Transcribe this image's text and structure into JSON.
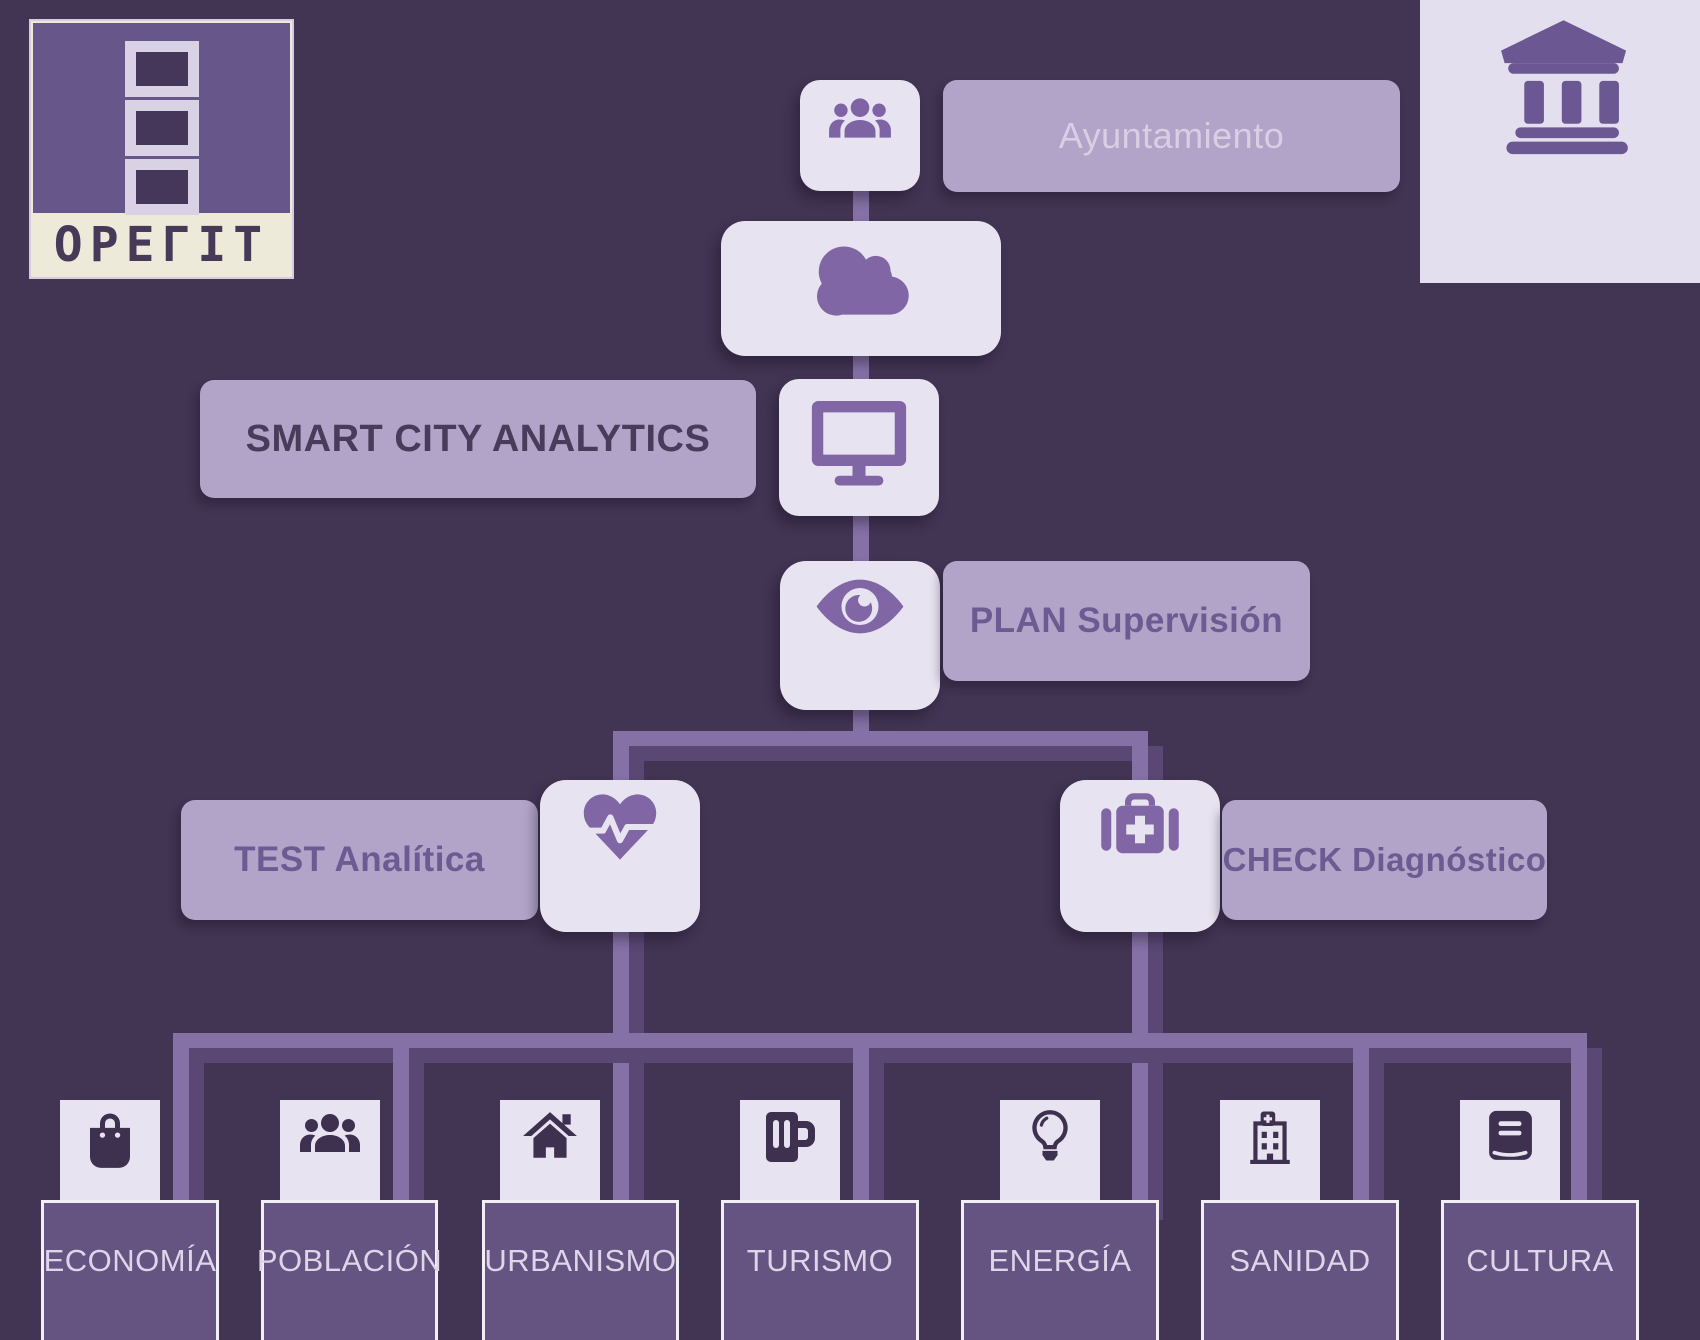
{
  "palette": {
    "background": "#423453",
    "connector": "#8671a6",
    "connector_shadow": "#5a4774",
    "node_tile": "#e8e3f0",
    "node_icon": "#7e64a4",
    "label_pill": "#b2a3c8",
    "pill_text_light": "#d8cfe4",
    "pill_text_dark": "#483c5a",
    "pill_text_mid": "#6c5b93",
    "sector_icon": "#3e3150",
    "sector_box": "#655381",
    "sector_box_border": "#f2eff7",
    "sector_text": "#ddd5e9",
    "logo_screen": "#67568a",
    "logo_paper": "#edead9"
  },
  "logo": {
    "wordmark": "OPEΓIT"
  },
  "header": {
    "org_label": "Ayuntamiento"
  },
  "flow": {
    "title": "SMART CITY ANALYTICS",
    "plan_label": "PLAN Supervisión",
    "test_label": "TEST Analítica",
    "check_label": "CHECK Diagnóstico"
  },
  "flow_icons": [
    "citizens-group-icon",
    "cloud-icon",
    "monitor-icon",
    "eye-icon",
    "heart-pulse-icon",
    "first-aid-kit-icon",
    "bank-building-icon"
  ],
  "sectors": [
    {
      "label": "ECONOMÍA",
      "icon": "shopping-bag-icon"
    },
    {
      "label": "POBLACIÓN",
      "icon": "people-icon"
    },
    {
      "label": "URBANISMO",
      "icon": "house-icon"
    },
    {
      "label": "TURISMO",
      "icon": "beer-mug-icon"
    },
    {
      "label": "ENERGÍA",
      "icon": "lightbulb-icon"
    },
    {
      "label": "SANIDAD",
      "icon": "hospital-icon"
    },
    {
      "label": "CULTURA",
      "icon": "book-icon"
    }
  ]
}
